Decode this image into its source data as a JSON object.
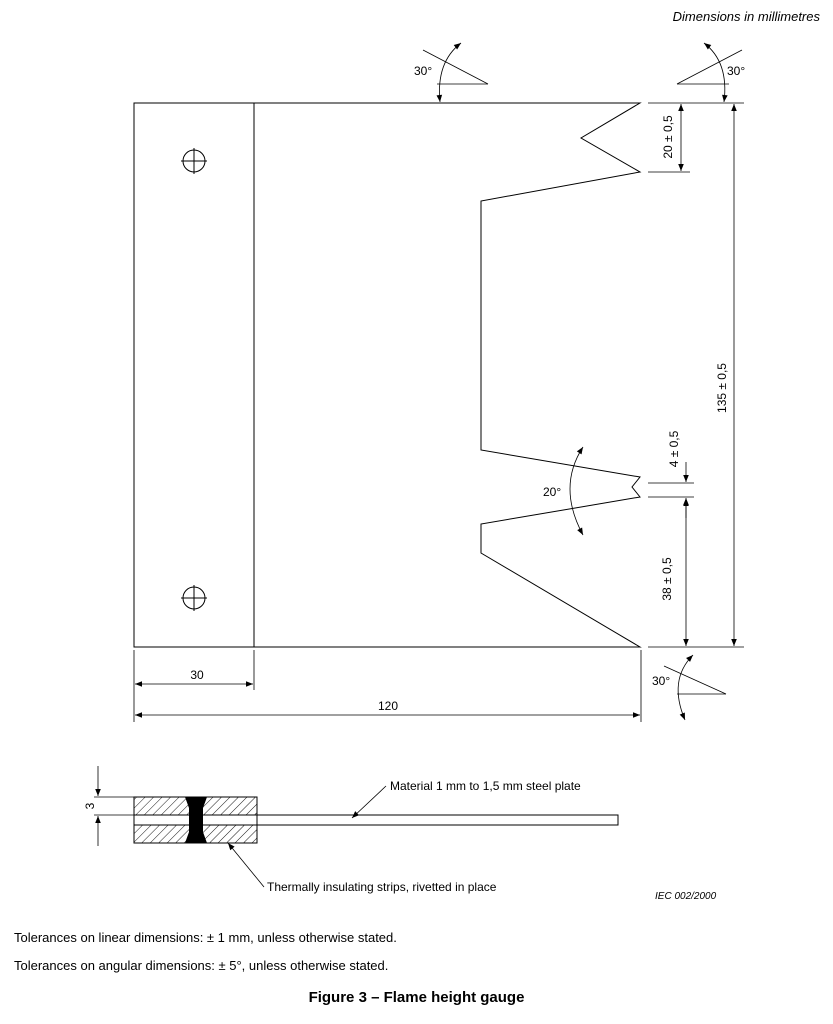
{
  "units_note": "Dimensions in millimetres",
  "dimensions": {
    "top_notch_height": "20 ± 0,5",
    "overall_height": "135 ± 0,5",
    "middle_notch_gap": "4 ± 0,5",
    "lower_section_height": "38 ± 0,5",
    "handle_width": "30",
    "overall_width": "120",
    "strip_thickness": "3"
  },
  "angles": {
    "top_left": "30°",
    "top_right": "30°",
    "middle_notch": "20°",
    "bottom_right": "30°"
  },
  "labels": {
    "material": "Material 1 mm to 1,5 mm steel plate",
    "strips": "Thermally insulating strips, rivetted in place",
    "ref_code": "IEC  002/2000"
  },
  "tolerances": {
    "linear": "Tolerances on linear dimensions: ± 1 mm, unless otherwise stated.",
    "angular": "Tolerances on angular dimensions: ± 5°, unless otherwise stated."
  },
  "caption": "Figure 3 – Flame height gauge"
}
